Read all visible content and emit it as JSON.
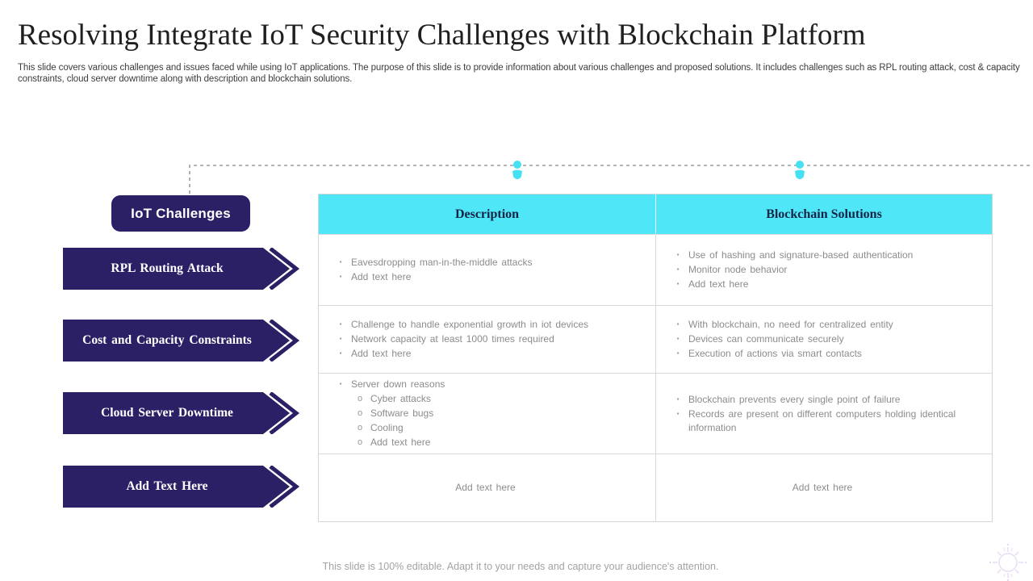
{
  "slide": {
    "title": "Resolving Integrate IoT Security Challenges with Blockchain Platform",
    "subtitle": "This slide covers various challenges and issues faced while using IoT applications. The purpose of this slide is to provide information about various challenges and proposed solutions. It includes challenges such as RPL routing attack, cost &  capacity constraints, cloud server downtime along with description and blockchain solutions.",
    "footer": "This slide is 100% editable. Adapt it to your needs and capture your audience's attention."
  },
  "left_panel": {
    "header_label": "IoT Challenges",
    "challenges": [
      {
        "label": "RPL Routing Attack"
      },
      {
        "label": "Cost and Capacity Constraints"
      },
      {
        "label": "Cloud  Server Downtime"
      },
      {
        "label": "Add  Text Here"
      }
    ]
  },
  "table": {
    "headers": {
      "description": "Description",
      "solutions": "Blockchain Solutions"
    },
    "rows": [
      {
        "description": {
          "items": {
            "0": "Eavesdropping  man-in-the-middle  attacks",
            "1": "Add text here"
          }
        },
        "solutions": {
          "items": {
            "0": "Use of hashing and signature-based authentication",
            "1": "Monitor node behavior",
            "2": "Add text here"
          }
        }
      },
      {
        "description": {
          "items": {
            "0": "Challenge to handle exponential growth in iot devices",
            "1": "Network capacity at least 1000 times required",
            "2": "Add text here"
          }
        },
        "solutions": {
          "items": {
            "0": "With blockchain, no need for centralized entity",
            "1": "Devices can communicate securely",
            "2": "Execution of actions via smart contacts"
          }
        }
      },
      {
        "description": {
          "items": {
            "0": "Server  down reasons"
          },
          "subitems": {
            "0": "Cyber attacks",
            "1": "Software bugs",
            "2": "Cooling",
            "3": "Add text here"
          }
        },
        "solutions": {
          "items": {
            "0": "Blockchain prevents every single point of failure",
            "1": "Records are present on different computers holding identical information"
          }
        }
      },
      {
        "description": {
          "placeholder": "Add text here"
        },
        "solutions": {
          "placeholder": "Add text here"
        }
      }
    ]
  },
  "glyphs": {
    "bullet": "▪",
    "sub_bullet": "o"
  },
  "colors": {
    "navy": "#2b2066",
    "cyan_header": "#4fe7f7",
    "marker_cyan": "#45e0f2",
    "table_border": "#d9d9d9",
    "body_text_gray": "#8c8c8c",
    "dashed_line_gray": "#9c9c9c",
    "flower_lavender": "#e3d2f0"
  }
}
